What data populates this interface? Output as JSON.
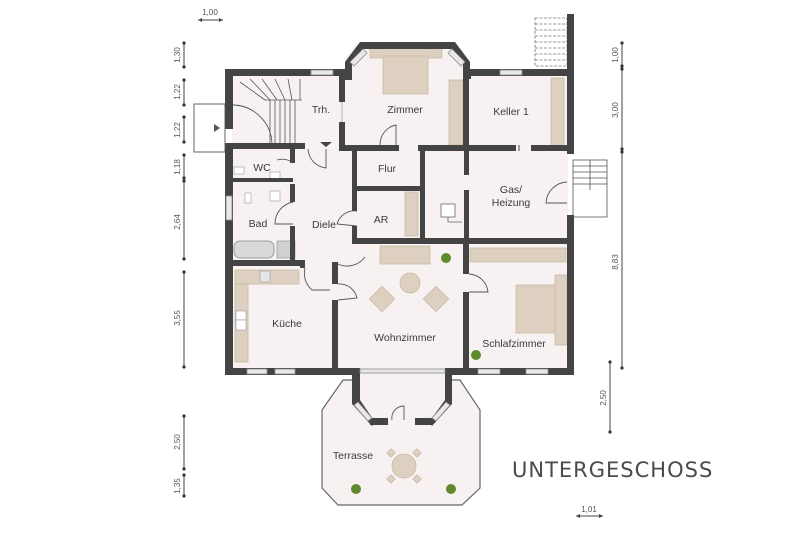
{
  "floor_title": "UNTERGESCHOSS",
  "rooms": [
    {
      "id": "treppenhaus",
      "label": "Trh."
    },
    {
      "id": "zimmer",
      "label": "Zimmer"
    },
    {
      "id": "keller1",
      "label": "Keller 1"
    },
    {
      "id": "wc",
      "label": "WC"
    },
    {
      "id": "flur",
      "label": "Flur"
    },
    {
      "id": "gas_heizung",
      "label_line1": "Gas/",
      "label_line2": "Heizung"
    },
    {
      "id": "bad",
      "label": "Bad"
    },
    {
      "id": "diele",
      "label": "Diele"
    },
    {
      "id": "ar",
      "label": "AR"
    },
    {
      "id": "kueche",
      "label": "Küche"
    },
    {
      "id": "wohnzimmer",
      "label": "Wohnzimmer"
    },
    {
      "id": "schlafzimmer",
      "label": "Schlafzimmer"
    },
    {
      "id": "terrasse",
      "label": "Terrasse"
    }
  ],
  "dimensions": {
    "top": {
      "value": "1,00"
    },
    "bottom": {
      "value": "1,01"
    },
    "left": [
      "1,30",
      "1,22",
      "1,22",
      "1,18",
      "2,64",
      "3,55"
    ],
    "left_lower": [
      "2,50",
      "1,35"
    ],
    "right": [
      "1,00",
      "3,00",
      "8,83"
    ],
    "right_lower": [
      "2,50"
    ]
  },
  "colors": {
    "wall": "#444444",
    "floor": "#f7f2f1",
    "furniture": "#ddd0c0",
    "plant": "#5e8a2e"
  }
}
